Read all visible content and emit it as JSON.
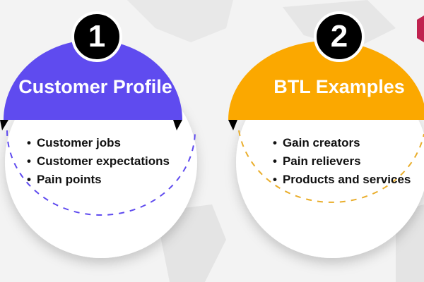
{
  "colors": {
    "card1": "#5f4bef",
    "card2": "#fba800",
    "number_bg": "#000000",
    "background": "#f3f3f3"
  },
  "cards": [
    {
      "number": "1",
      "title": "Customer Profile",
      "items": [
        "Customer jobs",
        "Customer expectations",
        "Pain points"
      ]
    },
    {
      "number": "2",
      "title": "BTL Examples",
      "items": [
        "Gain creators",
        "Pain relievers",
        "Products and services"
      ]
    }
  ]
}
